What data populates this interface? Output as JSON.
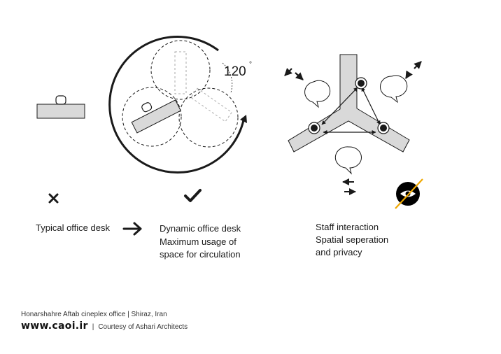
{
  "diagram": {
    "angle_label": "120",
    "degree_symbol": "°"
  },
  "captions": {
    "typical": "Typical office desk",
    "dynamic": "Dynamic office desk",
    "dynamic_line2": "Maximum usage of",
    "dynamic_line3": "space for circulation",
    "staff_line1": "Staff interaction",
    "staff_line2": "Spatial seperation",
    "staff_line3": "and privacy"
  },
  "footer": {
    "project": "Honarshahre Aftab cineplex office | Shiraz, Iran",
    "site": "www.caoi.ir",
    "separator": "|",
    "credit": "Courtesy of Ashari Architects"
  },
  "colors": {
    "desk_fill": "#d9d9d9",
    "stroke": "#1a1a1a",
    "privacy_slash": "#f0a800"
  },
  "icons": [
    "cross-icon",
    "check-icon",
    "arrow-right-icon",
    "speech-bubble-icon",
    "eye-icon",
    "double-arrow-icon"
  ]
}
